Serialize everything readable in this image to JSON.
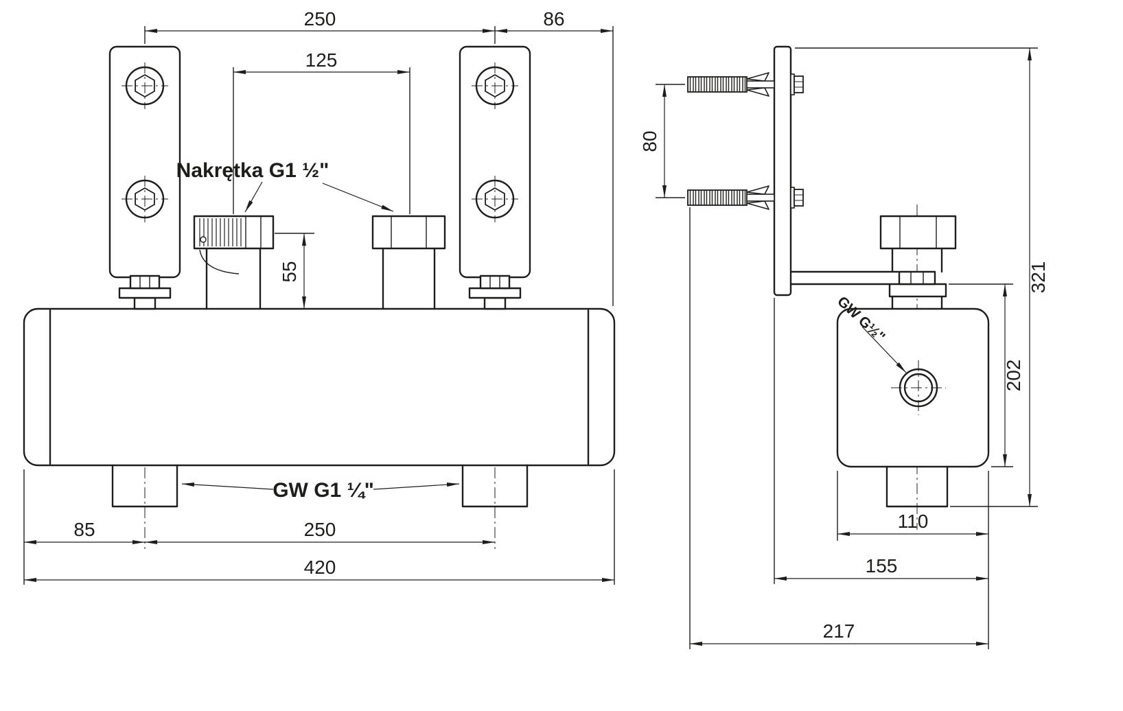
{
  "colors": {
    "line": "#1d1d1b",
    "background": "#ffffff"
  },
  "front_view": {
    "dim_bracket_spacing": "250",
    "dim_bracket_to_edge": "86",
    "dim_top_connections_spacing": "125",
    "dim_connection_height": "55",
    "dim_edge_to_port": "85",
    "dim_bottom_ports_spacing": "250",
    "dim_overall_width": "420",
    "label_nut": "Nakrętka G1 ½\"",
    "label_bottom_ports_thread": "GW G1 ¼\""
  },
  "side_view": {
    "dim_anchor_spacing": "80",
    "dim_overall_height": "321",
    "dim_body_height": "202",
    "dim_body_depth": "110",
    "dim_bracket_depth": "155",
    "dim_overall_depth": "217",
    "label_side_port_thread": "GW G½\""
  }
}
